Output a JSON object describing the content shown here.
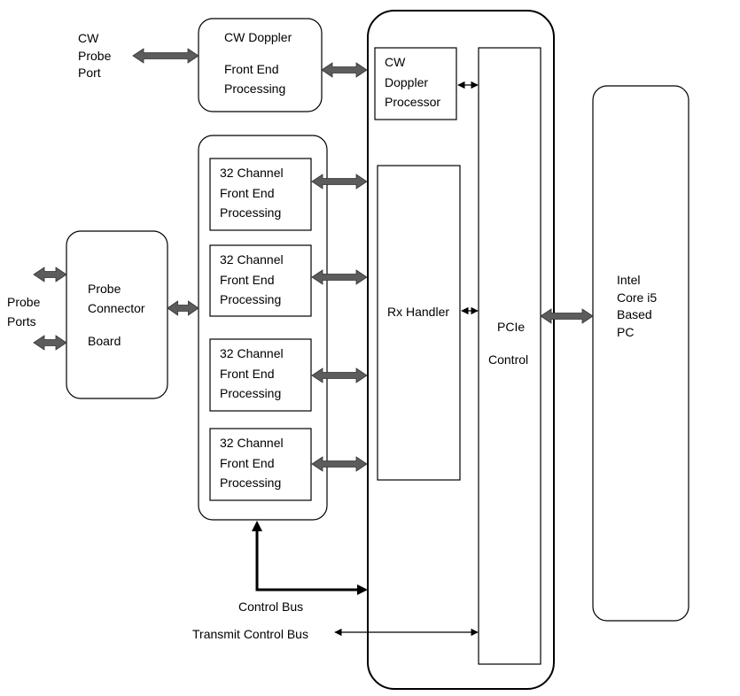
{
  "labels": {
    "cw_probe_port": [
      "CW",
      "Probe",
      "Port"
    ],
    "cw_doppler_fe": [
      "CW Doppler",
      "Front End",
      "Processing"
    ],
    "cw_doppler_processor": [
      "CW",
      "Doppler",
      "Processor"
    ],
    "channel_fe": [
      [
        "32 Channel",
        "Front End",
        "Processing"
      ],
      [
        "32 Channel",
        "Front End",
        "Processing"
      ],
      [
        "32 Channel",
        "Front End",
        "Processing"
      ],
      [
        "32 Channel",
        "Front End",
        "Processing"
      ]
    ],
    "probe_ports": [
      "Probe",
      "Ports"
    ],
    "probe_connector": [
      "Probe",
      "Connector",
      "Board"
    ],
    "rx_handler": "Rx Handler",
    "pcie_control": [
      "PCIe",
      "Control"
    ],
    "intel_pc": [
      "Intel",
      "Core i5",
      "Based",
      "PC"
    ],
    "control_bus": "Control Bus",
    "transmit_control_bus": "Transmit Control Bus"
  },
  "colors": {
    "arrow_fill": "#5c5c5c",
    "line": "#000000"
  }
}
